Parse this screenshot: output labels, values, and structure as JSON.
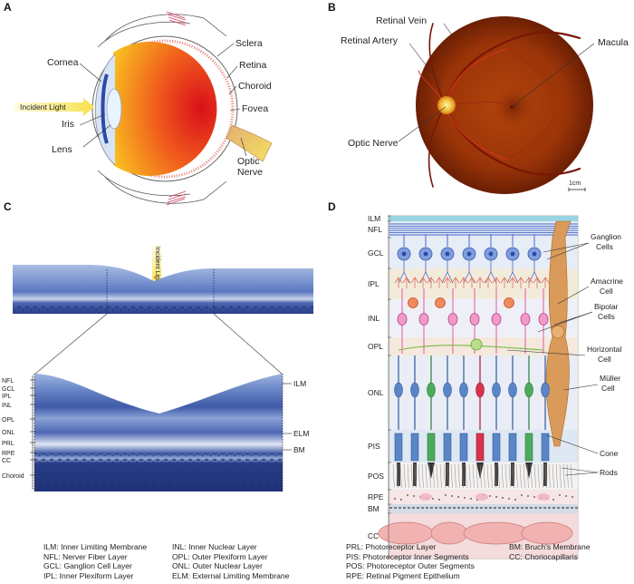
{
  "panels": {
    "a": "A",
    "b": "B",
    "c": "C",
    "d": "D"
  },
  "panel_a": {
    "incident_light": "Incident Light",
    "labels": {
      "cornea": "Cornea",
      "iris": "Iris",
      "lens": "Lens",
      "sclera": "Sclera",
      "retina": "Retina",
      "choroid": "Choroid",
      "fovea": "Fovea",
      "optic": "Optic",
      "nerve": "Nerve"
    }
  },
  "panel_b": {
    "labels": {
      "retinal_vein": "Retinal Vein",
      "retinal_artery": "Retinal Artery",
      "macula": "Macula",
      "optic_nerve": "Optic Nerve"
    },
    "scale_bar": "1cm"
  },
  "panel_c": {
    "incident_light": "Incident Light",
    "left_layers": [
      "NFL",
      "GCL",
      "IPL",
      "INL",
      "OPL",
      "ONL",
      "PRL",
      "RPE",
      "CC",
      "Choroid"
    ],
    "right_layers": [
      "ILM",
      "ELM",
      "BM"
    ]
  },
  "panel_d": {
    "layers": [
      "ILM",
      "NFL",
      "GCL",
      "IPL",
      "INL",
      "OPL",
      "ONL",
      "PIS",
      "POS",
      "RPE",
      "BM",
      "CC"
    ],
    "cells": {
      "ganglion_1": "Ganglion",
      "ganglion_2": "Cells",
      "amacrine_1": "Amacrine",
      "amacrine_2": "Cell",
      "bipolar_1": "Bipolar",
      "bipolar_2": "Cells",
      "horizontal_1": "Horizontal",
      "horizontal_2": "Cell",
      "muller_1": "Müller",
      "muller_2": "Cell",
      "cone": "Cone",
      "rods": "Rods"
    }
  },
  "legend": {
    "col1": [
      "ILM: Inner Limiting Membrane",
      "NFL: Nerver Fiber Layer",
      "GCL: Ganglion Cell Layer",
      "IPL: Inner Plexiform Layer"
    ],
    "col2": [
      "INL: Inner Nuclear Layer",
      "OPL: Outer Plexiform Layer",
      "ONL: Outer Nuclear Layer",
      "ELM: External Limiting Membrane"
    ],
    "col3": [
      "PRL: Photoreceptor Layer",
      "PIS: Photoreceptor Inner Segments",
      "POS: Photoreceptor Outer Segments",
      "RPE: Retinal Pigment Epithelium"
    ],
    "col4": [
      "BM: Bruch's Membrane",
      "CC: Choriocapillaris"
    ]
  }
}
